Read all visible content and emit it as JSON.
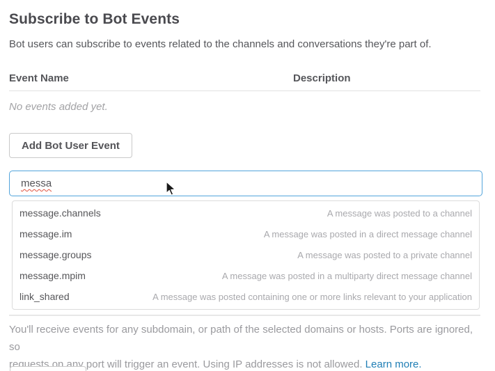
{
  "page": {
    "title": "Subscribe to Bot Events",
    "subtitle": "Bot users can subscribe to events related to the channels and conversations they're part of."
  },
  "table": {
    "headers": {
      "event_name": "Event Name",
      "description": "Description"
    },
    "empty_message": "No events added yet."
  },
  "actions": {
    "add_event_button_label": "Add Bot User Event"
  },
  "search": {
    "value": "messa"
  },
  "dropdown": {
    "items": [
      {
        "name": "message.channels",
        "description": "A message was posted to a channel"
      },
      {
        "name": "message.im",
        "description": "A message was posted in a direct message channel"
      },
      {
        "name": "message.groups",
        "description": "A message was posted to a private channel"
      },
      {
        "name": "message.mpim",
        "description": "A message was posted in a multiparty direct message channel"
      },
      {
        "name": "link_shared",
        "description": "A message was posted containing one or more links relevant to your application"
      }
    ]
  },
  "footer": {
    "note_line1": "You'll receive events for any subdomain, or path of the selected domains or hosts. Ports are ignored, so",
    "note_line2": "requests on any port will trigger an event. Using IP addresses is not allowed. ",
    "learn_more_label": "Learn more."
  },
  "colors": {
    "input_focus_border": "#52a4db",
    "link_blue": "#1f7eb5",
    "text_dark": "#4a4a4f",
    "text_body": "#55565a",
    "text_muted": "#a3a3a6",
    "spellcheck_red": "#e0523e",
    "divider": "#e1e1e1"
  }
}
